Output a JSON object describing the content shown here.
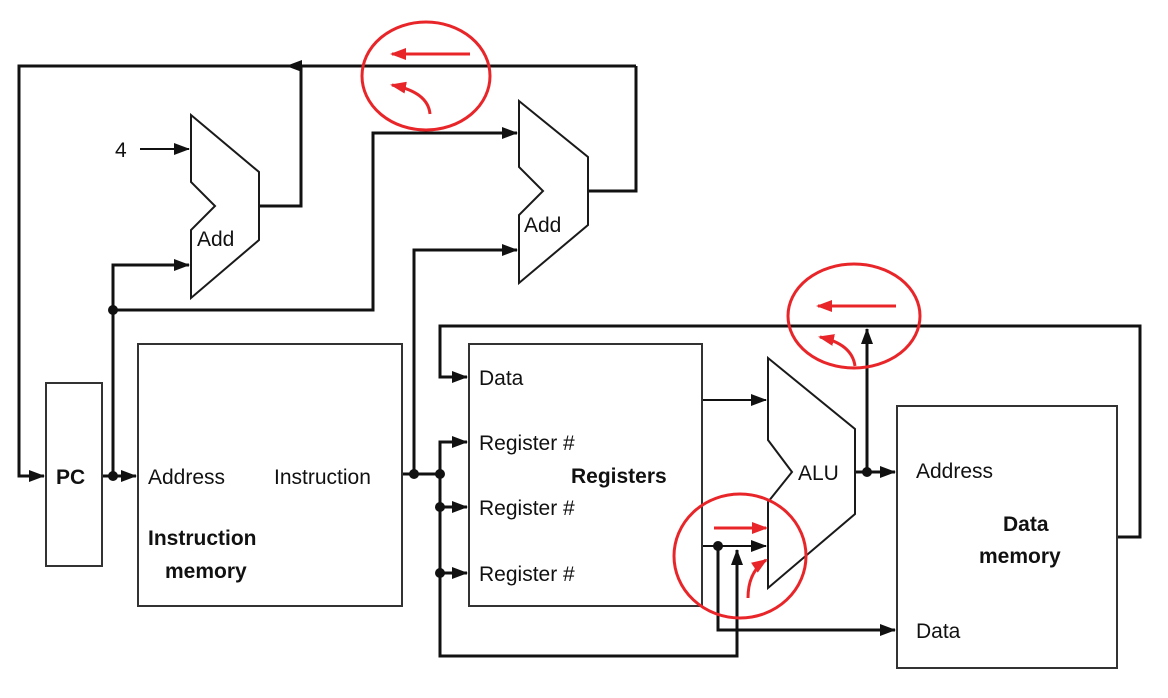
{
  "diagram": {
    "title": "Single-cycle datapath (PC, instruction memory, registers, ALU, data memory)",
    "constant_four": "4",
    "pc": {
      "label": "PC"
    },
    "adder_pc": {
      "label": "Add"
    },
    "adder_branch": {
      "label": "Add"
    },
    "instruction_memory": {
      "port_address": "Address",
      "port_instruction": "Instruction",
      "title_line1": "Instruction",
      "title_line2": "memory"
    },
    "registers": {
      "port_data": "Data",
      "port_reg1": "Register #",
      "port_reg2": "Register #",
      "port_reg3": "Register #",
      "title": "Registers"
    },
    "alu": {
      "label": "ALU"
    },
    "data_memory": {
      "port_address": "Address",
      "port_data": "Data",
      "title_line1": "Data",
      "title_line2": "memory"
    },
    "annotations": {
      "color": "#e8262a",
      "circles": [
        {
          "name": "pc-mux-point",
          "description": "PC source selection point"
        },
        {
          "name": "writeback-mux-point",
          "description": "register write-data source selection point"
        },
        {
          "name": "alu-src-mux-point",
          "description": "ALU second operand selection point"
        }
      ]
    },
    "colors": {
      "wire": "#111111",
      "box_border": "#333333",
      "annotation": "#e8262a"
    }
  }
}
